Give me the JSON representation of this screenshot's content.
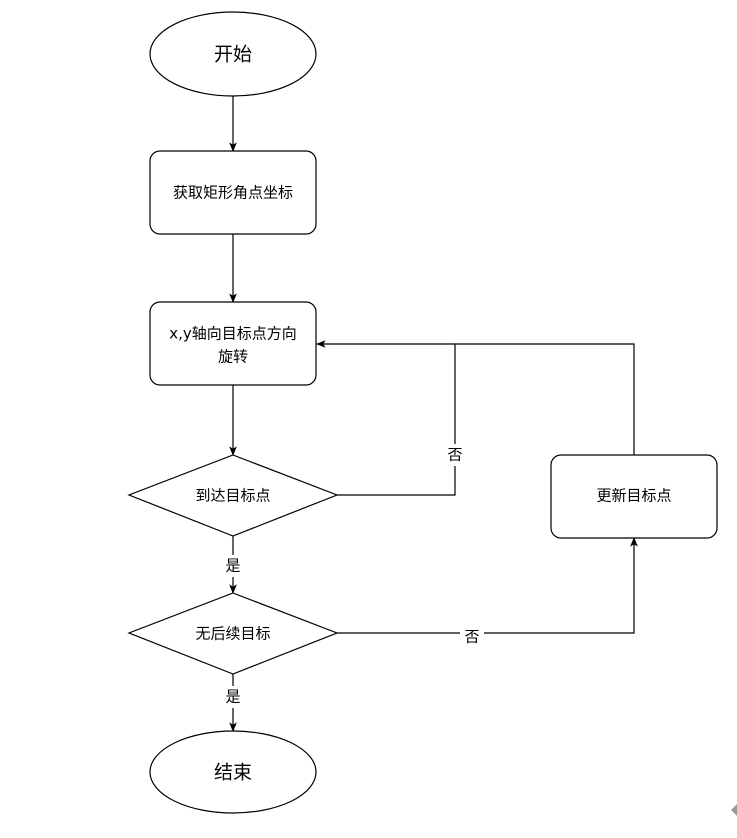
{
  "nodes": {
    "start": "开始",
    "get_corners": "获取矩形角点坐标",
    "rotate_line1": "x,y轴向目标点方向",
    "rotate_line2": "旋转",
    "reached_target": "到达目标点",
    "no_more_targets": "无后续目标",
    "update_target": "更新目标点",
    "end": "结束"
  },
  "edge_labels": {
    "reached_no": "否",
    "reached_yes": "是",
    "no_more_no": "否",
    "no_more_yes": "是"
  }
}
